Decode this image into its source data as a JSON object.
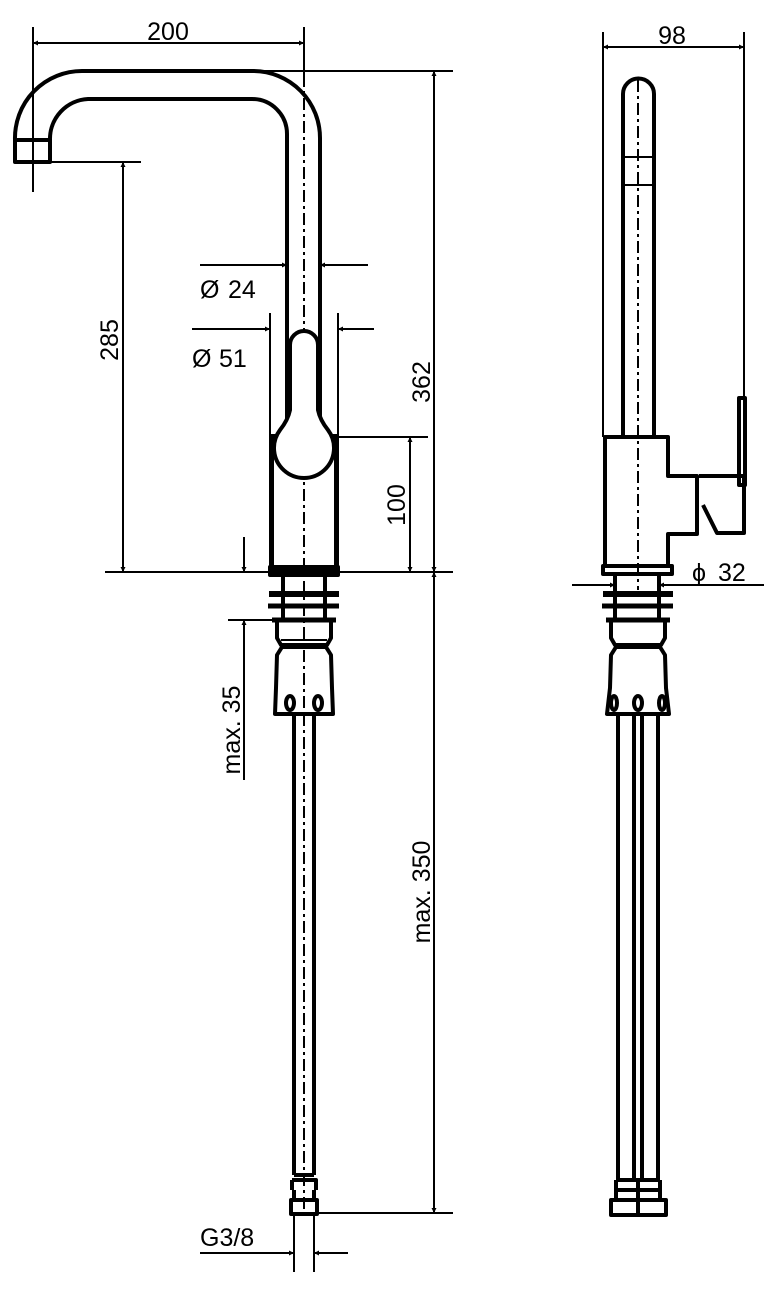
{
  "dimensions": {
    "spout_reach": "200",
    "total_height": "362",
    "spout_height": "285",
    "body_height": "100",
    "tube_diameter": "24",
    "body_diameter": "51",
    "max_deck_thickness": "max. 35",
    "hose_length": "max. 350",
    "thread": "G3/8",
    "side_depth": "98",
    "mount_hole_diameter": "32"
  },
  "symbols": {
    "diameter_front": "Ø",
    "diameter_side": "ϕ"
  }
}
